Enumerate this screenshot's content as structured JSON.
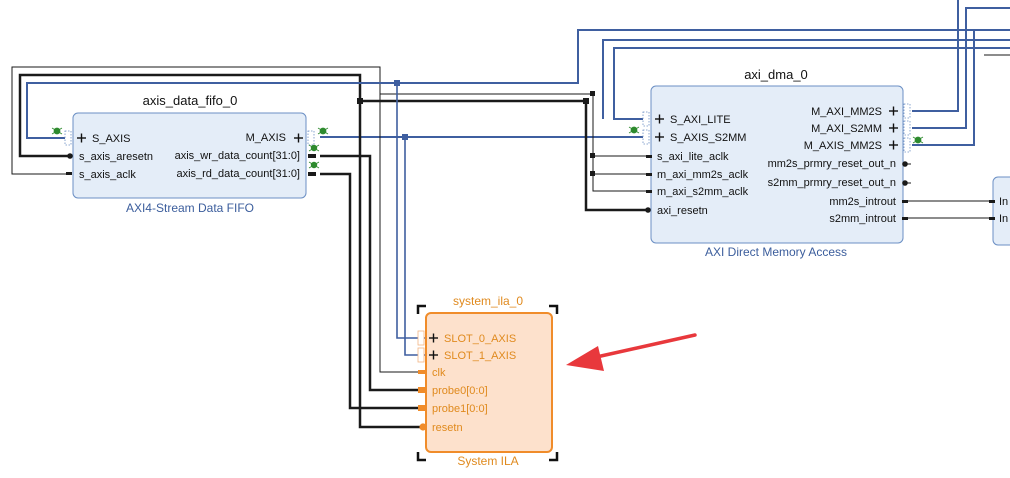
{
  "fifo": {
    "instance": "axis_data_fifo_0",
    "subtitle": "AXI4-Stream Data FIFO",
    "ports_left": [
      "S_AXIS",
      "s_axis_aresetn",
      "s_axis_aclk"
    ],
    "ports_right": [
      "M_AXIS",
      "axis_wr_data_count[31:0]",
      "axis_rd_data_count[31:0]"
    ]
  },
  "dma": {
    "instance": "axi_dma_0",
    "subtitle": "AXI Direct Memory Access",
    "ports_left": [
      "S_AXI_LITE",
      "S_AXIS_S2MM",
      "s_axi_lite_aclk",
      "m_axi_mm2s_aclk",
      "m_axi_s2mm_aclk",
      "axi_resetn"
    ],
    "ports_right": [
      "M_AXI_MM2S",
      "M_AXI_S2MM",
      "M_AXIS_MM2S",
      "mm2s_prmry_reset_out_n",
      "s2mm_prmry_reset_out_n",
      "mm2s_introut",
      "s2mm_introut"
    ]
  },
  "ila": {
    "instance": "system_ila_0",
    "subtitle": "System ILA",
    "ports": [
      "SLOT_0_AXIS",
      "SLOT_1_AXIS",
      "clk",
      "probe0[0:0]",
      "probe1[0:0]",
      "resetn"
    ]
  },
  "concat": {
    "ports": [
      "In",
      "In"
    ]
  },
  "colors": {
    "bus": "#3f5fa0",
    "net": "#1a1a1a",
    "block_fill": "#e4edf8",
    "block_border": "#6b8fc4",
    "ila_fill": "#fde1cc",
    "ila_border": "#f08c2a",
    "ila_text": "#e08a1e",
    "arrow": "#e8383c",
    "debug_icon": "#2e8b2e"
  }
}
